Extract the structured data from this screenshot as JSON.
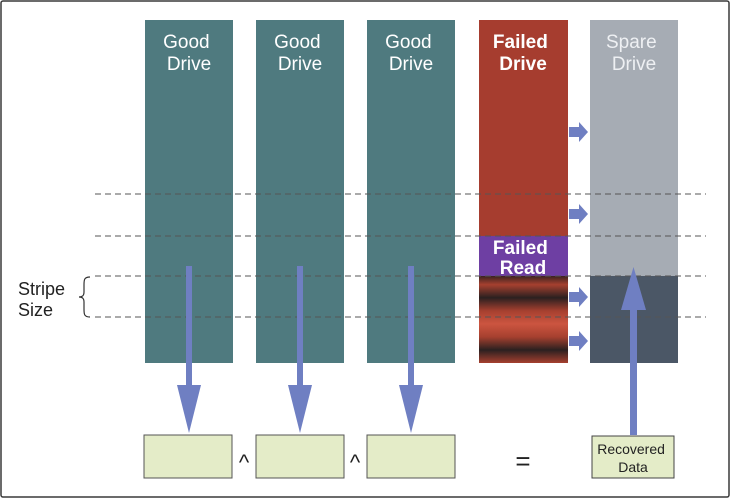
{
  "colors": {
    "good_drive": "#4f7a7f",
    "failed_drive": "#a63d2f",
    "spare_drive": "#a6acb4",
    "spare_recovered_zone": "#4b5766",
    "failed_read": "#6e3fa3",
    "arrow": "#6f7fc2",
    "result_box": "#e4ecc8",
    "frame": "#3a3a3a"
  },
  "drives": [
    {
      "label_line1": "Good",
      "label_line2": "Drive"
    },
    {
      "label_line1": "Good",
      "label_line2": "Drive"
    },
    {
      "label_line1": "Good",
      "label_line2": "Drive"
    },
    {
      "label_line1": "Failed",
      "label_line2": "Drive"
    },
    {
      "label_line1": "Spare",
      "label_line2": "Drive"
    }
  ],
  "failed_read": {
    "line1": "Failed",
    "line2": "Read"
  },
  "stripe_size": {
    "line1": "Stripe",
    "line2": "Size"
  },
  "operators": {
    "xor": "^",
    "equals": "="
  },
  "recovered": {
    "line1": "Recovered",
    "line2": "Data"
  }
}
